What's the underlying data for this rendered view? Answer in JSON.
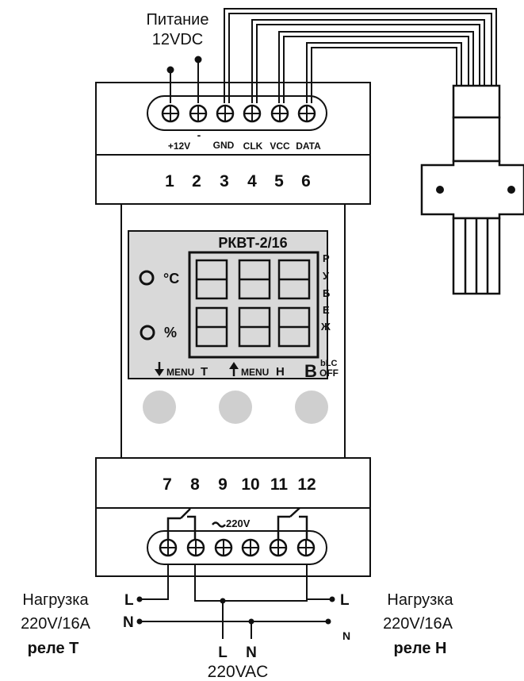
{
  "power": {
    "title": "Питание",
    "voltage": "12VDC"
  },
  "top_terminals": {
    "labels": [
      "+12V",
      "-",
      "GND",
      "CLK",
      "VCC",
      "DATA"
    ],
    "numbers": [
      "1",
      "2",
      "3",
      "4",
      "5",
      "6"
    ]
  },
  "display": {
    "model": "РКВТ-2/16",
    "unit_temp": "°C",
    "unit_hum": "%",
    "side_glyphs": [
      "Р",
      "У",
      "Б",
      "Е",
      "Ж"
    ],
    "button_labels": {
      "left_menu": "MENU",
      "left_letter": "T",
      "mid_menu": "MENU",
      "mid_letter": "H",
      "right_letter": "B",
      "right_top": "bLC",
      "right_bottom": "OFF"
    }
  },
  "bottom_terminals": {
    "numbers": [
      "7",
      "8",
      "9",
      "10",
      "11",
      "12"
    ],
    "supply": "220V"
  },
  "left_load": {
    "title": "Нагрузка",
    "rating": "220V/16A",
    "relay": "реле T"
  },
  "right_load": {
    "title": "Нагрузка",
    "rating": "220V/16A",
    "relay": "реле H"
  },
  "mains": {
    "L": "L",
    "N": "N",
    "label": "220VAC"
  },
  "wire_labels": {
    "left_L": "L",
    "left_N": "N",
    "right_L": "L",
    "right_N": "N"
  },
  "colors": {
    "panel": "#ffffff",
    "lcd": "#d9d9d9",
    "button": "#cfcfcf",
    "stroke": "#111111"
  }
}
